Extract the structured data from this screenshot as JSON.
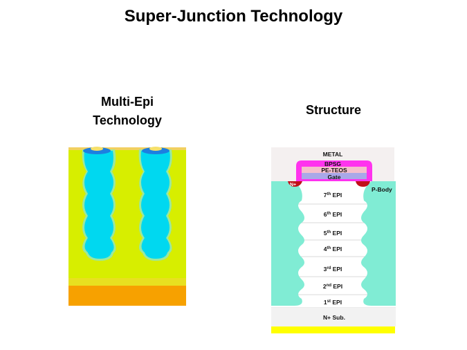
{
  "title": "Super-Junction Technology",
  "left_label": "Multi-Epi Technology",
  "right_label": "Structure",
  "structure": {
    "metal": "METAL",
    "bpsg": "BPSG",
    "pe_teos": "PE-TEOS",
    "gate": "Gate",
    "n_plus": "N+",
    "p_body": "P-Body",
    "substrate": "N+ Sub.",
    "epi_layers": [
      {
        "num": "7",
        "sup": "th",
        "rest": " EPI"
      },
      {
        "num": "6",
        "sup": "th",
        "rest": " EPI"
      },
      {
        "num": "5",
        "sup": "th",
        "rest": " EPI"
      },
      {
        "num": "4",
        "sup": "th",
        "rest": " EPI"
      },
      {
        "num": "3",
        "sup": "rd",
        "rest": " EPI"
      },
      {
        "num": "2",
        "sup": "nd",
        "rest": " EPI"
      },
      {
        "num": "1",
        "sup": "st",
        "rest": " EPI"
      }
    ]
  },
  "colors": {
    "epi_yellow": "#d7ee00",
    "pillar_cyan": "#00d8f0",
    "substrate_orange": "#f7a100",
    "p_column": "#80ecd4",
    "bpsg_magenta": "#ff33ee",
    "gate_lavender": "#a9a8e8",
    "contact_yellow": "#ffff00"
  }
}
